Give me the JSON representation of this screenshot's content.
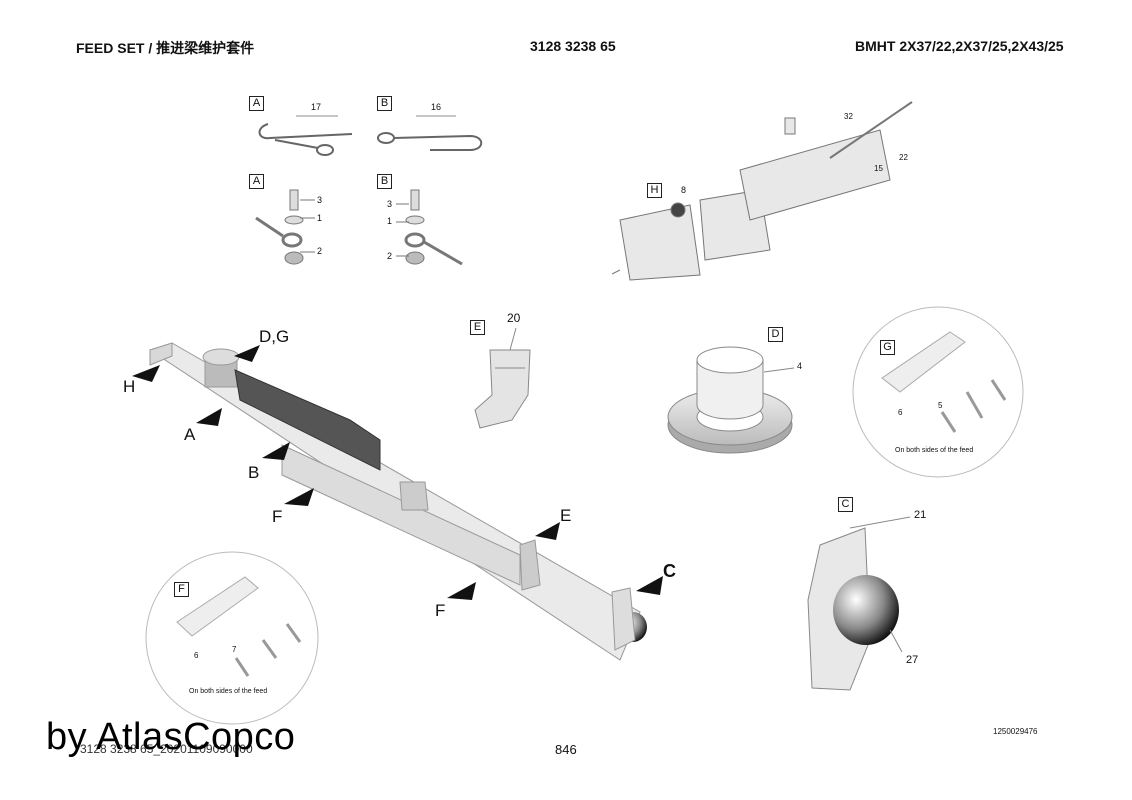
{
  "header": {
    "left": "FEED SET / 推进梁维护套件",
    "center": "3128 3238 65",
    "right": "BMHT 2X37/22,2X37/25,2X43/25"
  },
  "labels": {
    "box_a1": "A",
    "box_b1": "B",
    "box_a2": "A",
    "box_b2": "B",
    "box_h": "H",
    "box_e": "E",
    "box_d": "D",
    "box_g": "G",
    "box_f": "F",
    "box_c": "C",
    "n17": "17",
    "n16": "16",
    "n3a": "3",
    "n1a": "1",
    "n2a": "2",
    "n3b": "3",
    "n1b": "1",
    "n2b": "2",
    "n8": "8",
    "n32": "32",
    "n22": "22",
    "n15": "15",
    "n20": "20",
    "n4": "4",
    "n5": "5",
    "n6g": "6",
    "n21": "21",
    "n27": "27",
    "n7": "7",
    "n6f": "6",
    "main_dg": "D,G",
    "main_h": "H",
    "main_a": "A",
    "main_b": "B",
    "main_f1": "F",
    "main_e": "E",
    "main_f2": "F",
    "main_c": "C"
  },
  "notes": {
    "g_note": "On both sides of the feed",
    "f_note": "On both sides of the feed"
  },
  "footer": {
    "watermark": "by AtlasCopco",
    "doc_ref": "3128 3238 65_20201109090000",
    "page": "846",
    "drawing_number": "1250029476"
  }
}
